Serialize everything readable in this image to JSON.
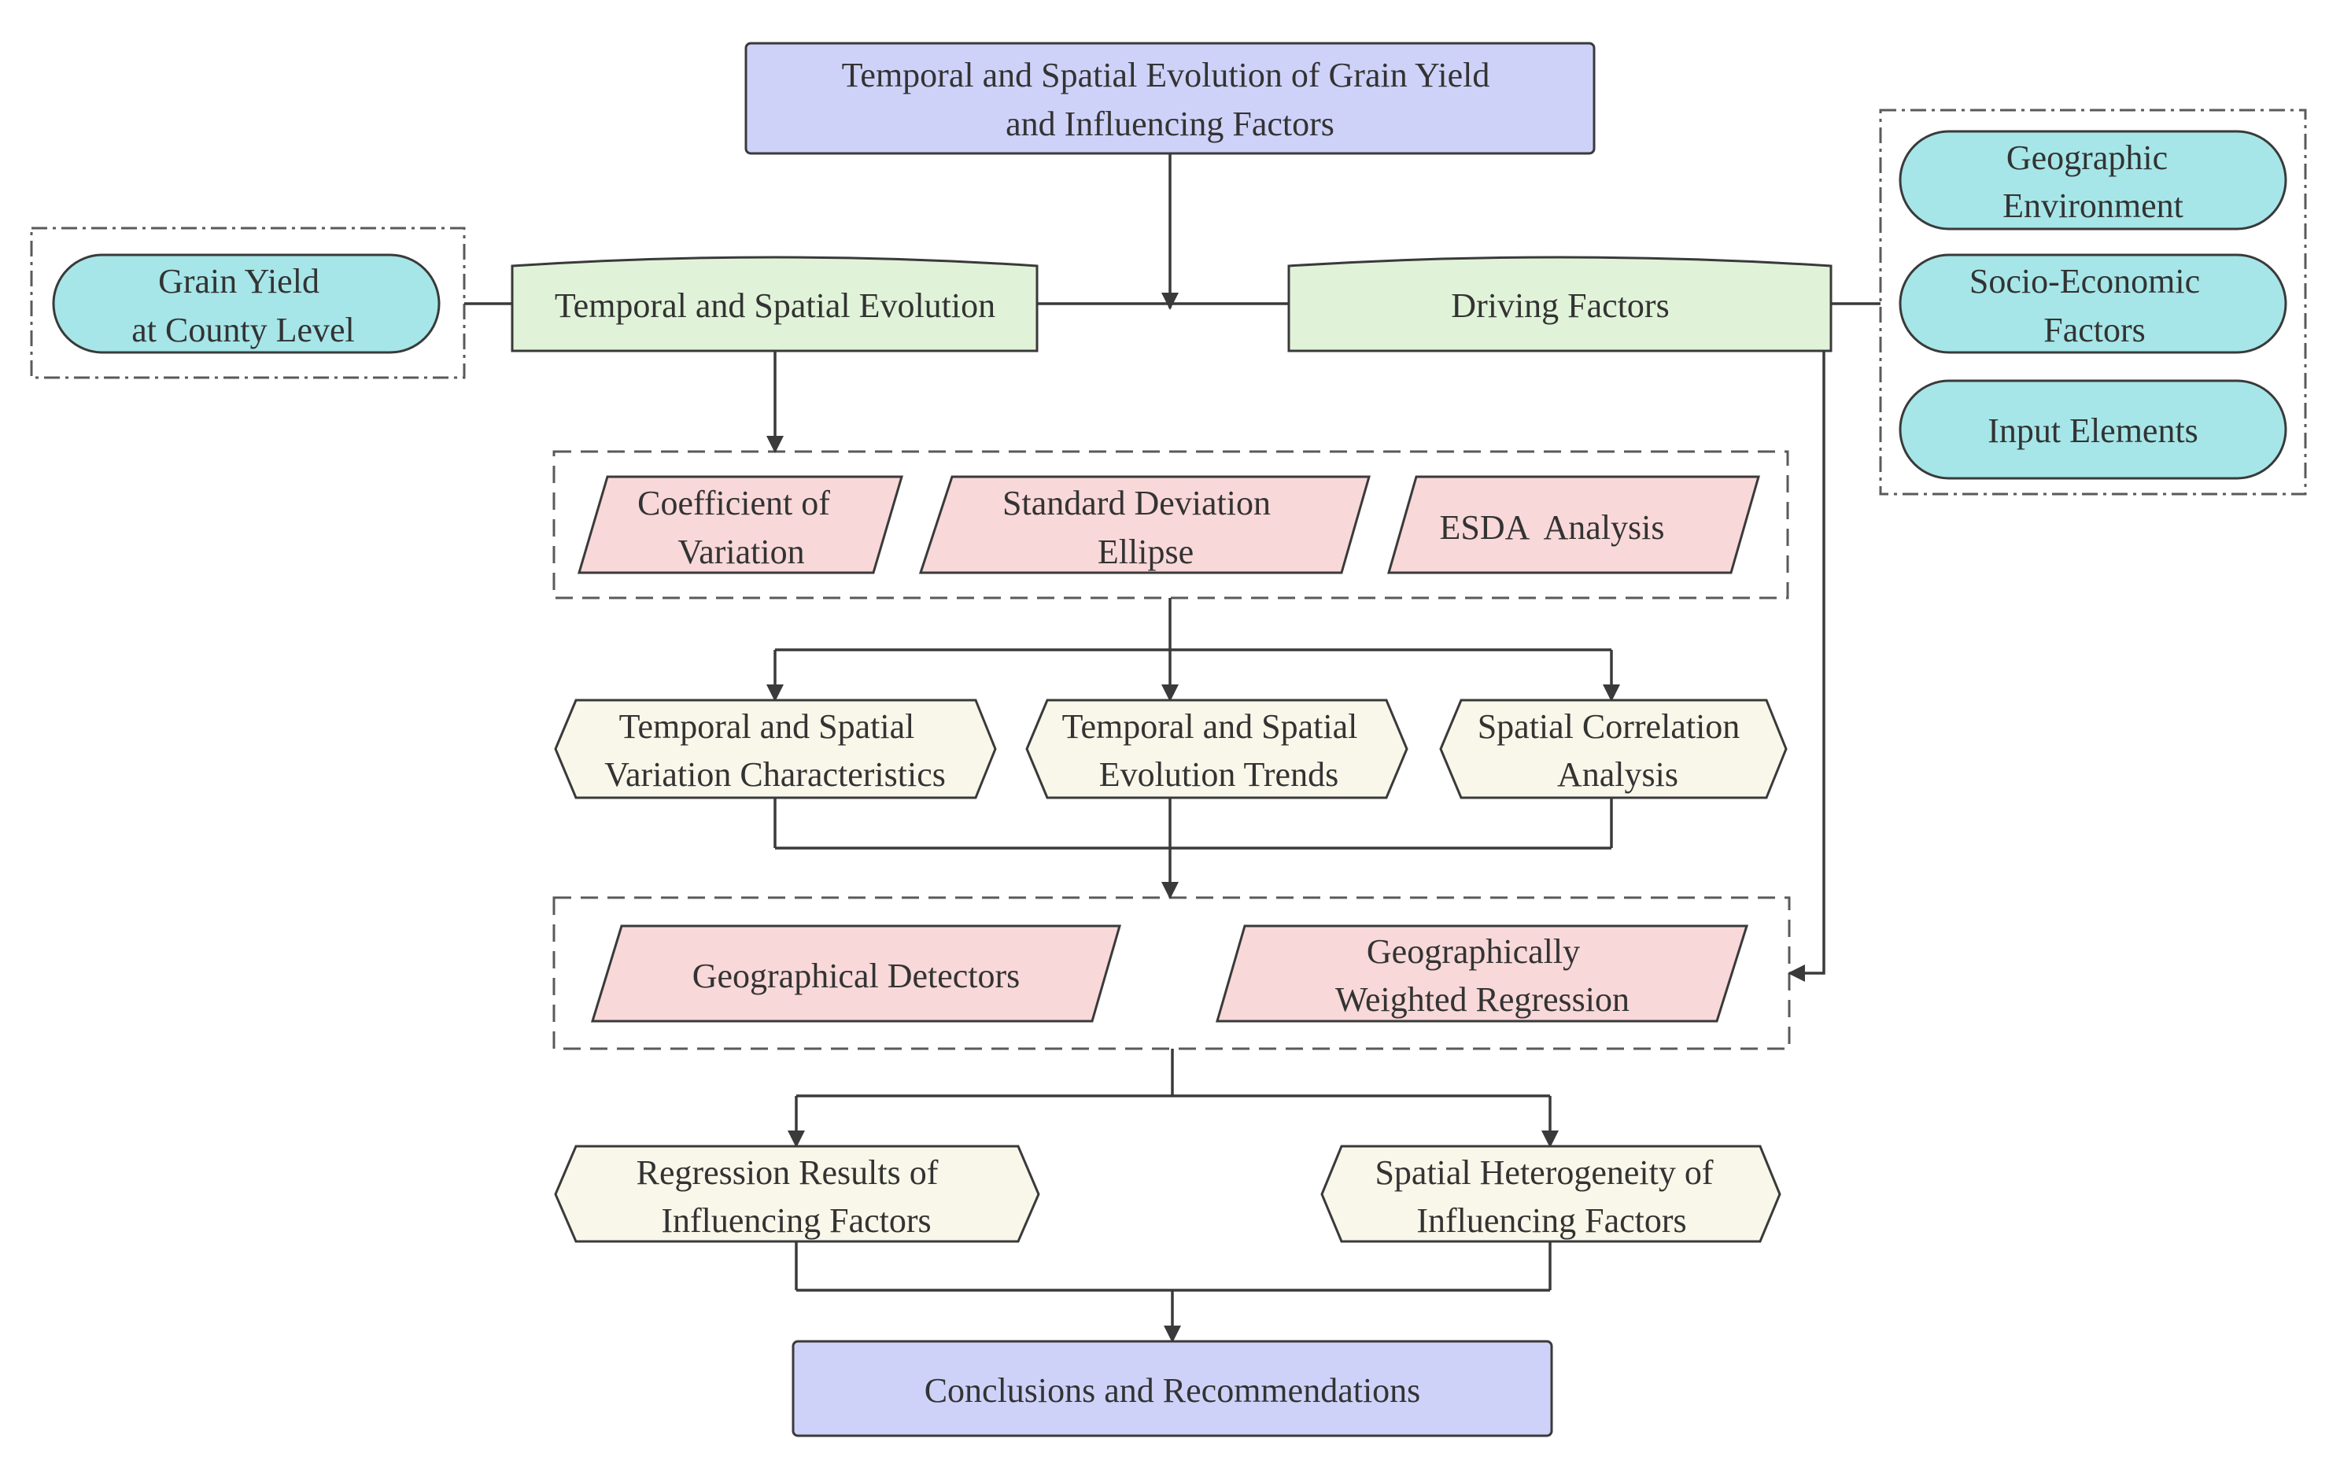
{
  "colors": {
    "blue_fill": "#cfd2f8",
    "green_fill": "#e0f3d9",
    "cyan_fill": "#a6e6e8",
    "pink_fill": "#f8d8d9",
    "cream_fill": "#f9f7e9",
    "stroke": "#3a3a3a"
  },
  "nodes": {
    "main_title": [
      "Temporal and Spatial Evolution of Grain Yield",
      "and Influencing Factors"
    ],
    "temporal_spatial_evolution": [
      "Temporal and Spatial Evolution"
    ],
    "driving_factors": [
      "Driving Factors"
    ],
    "grain_yield_county": [
      "Grain Yield",
      "at County Level"
    ],
    "geographic_environment": [
      "Geographic",
      "Environment"
    ],
    "socio_economic_factors": [
      "Socio-Economic",
      "Factors"
    ],
    "input_elements": [
      "Input Elements"
    ],
    "coefficient_of_variation": [
      "Coefficient of",
      "Variation"
    ],
    "standard_deviation_ellipse": [
      "Standard Deviation",
      "Ellipse"
    ],
    "esda_analysis": [
      "ESDA  Analysis"
    ],
    "variation_characteristics": [
      "Temporal and Spatial",
      "Variation Characteristics"
    ],
    "evolution_trends": [
      "Temporal and Spatial",
      "Evolution Trends"
    ],
    "spatial_correlation_analysis": [
      "Spatial Correlation",
      "Analysis"
    ],
    "geographical_detectors": [
      "Geographical Detectors"
    ],
    "geographically_weighted_regression": [
      "Geographically",
      "Weighted Regression"
    ],
    "regression_results": [
      "Regression Results of",
      "Influencing Factors"
    ],
    "spatial_heterogeneity": [
      "Spatial Heterogeneity of",
      "Influencing Factors"
    ],
    "conclusions": [
      "Conclusions and Recommendations"
    ]
  }
}
